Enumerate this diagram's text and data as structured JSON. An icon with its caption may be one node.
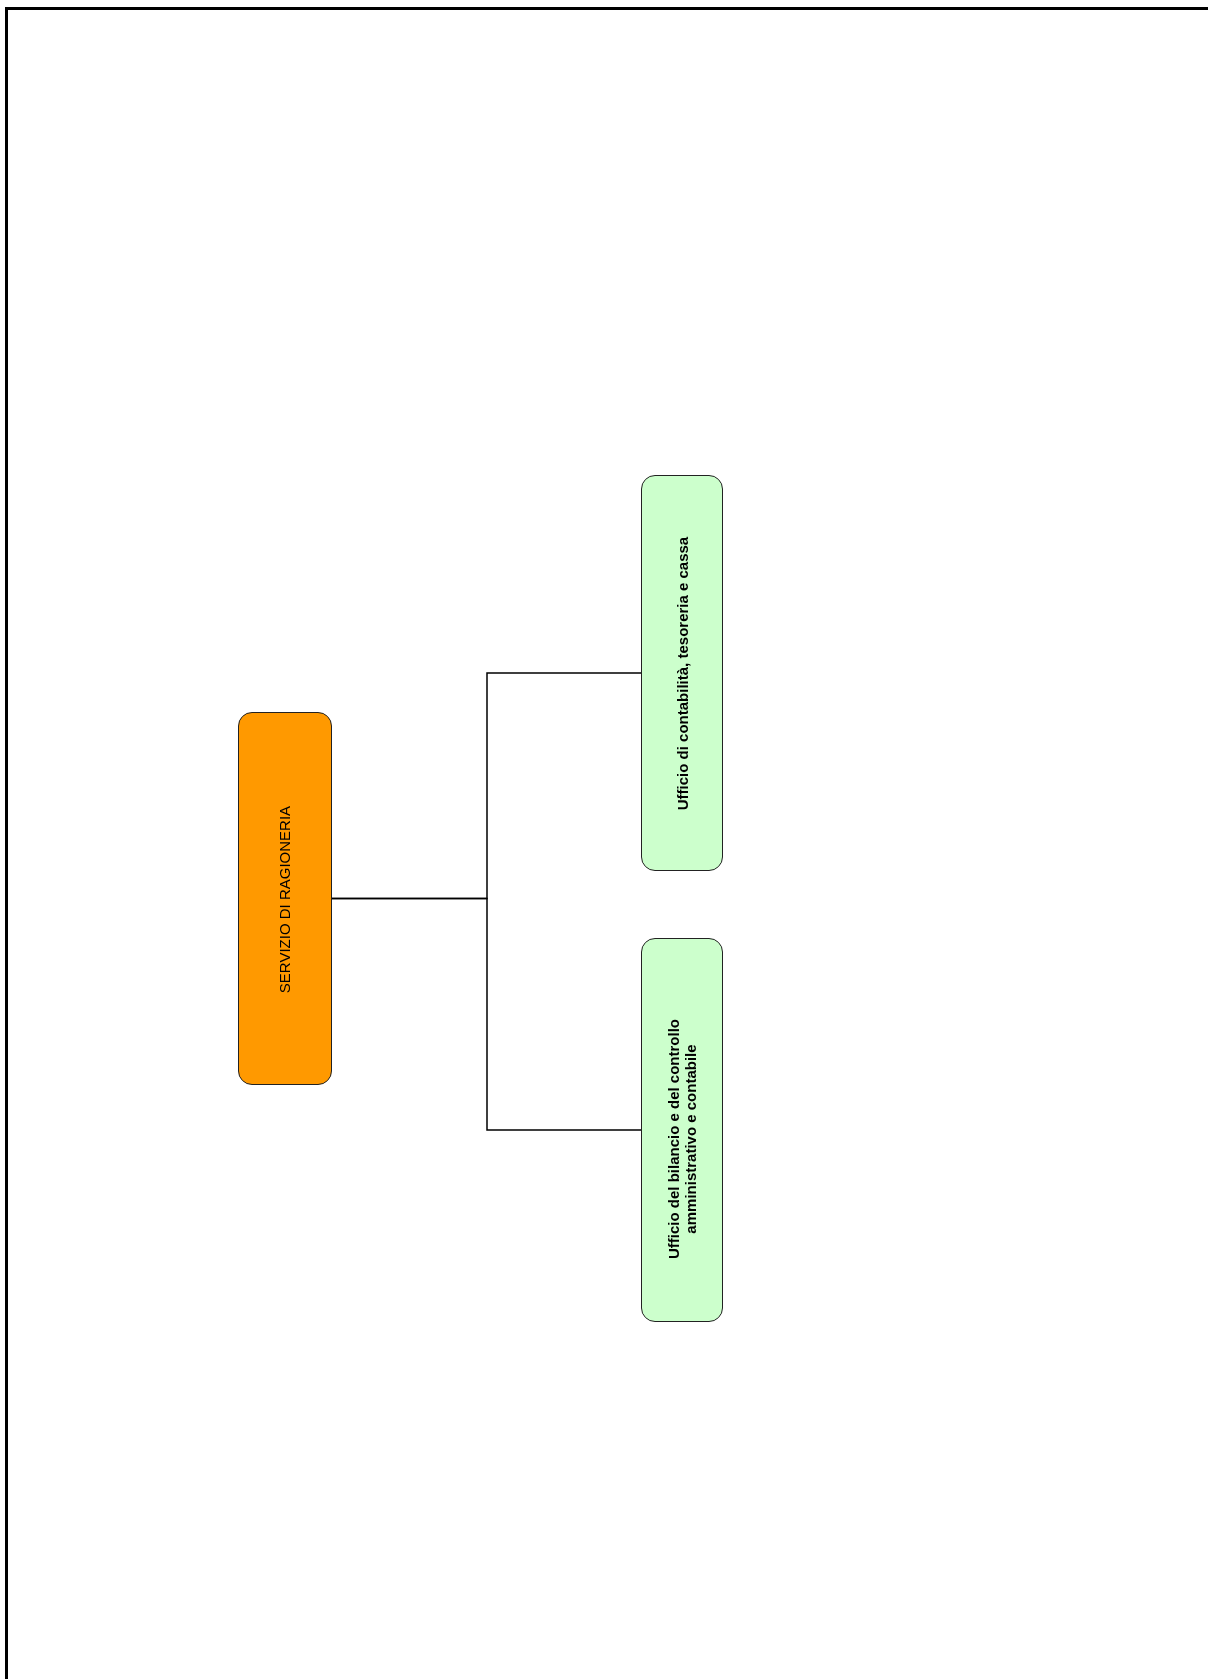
{
  "diagram": {
    "nodes": [
      {
        "text": [
          "SERVIZIO DI RAGIONERIA"
        ]
      },
      {
        "text": [
          "Ufficio di contabilità, tesoreria e cassa"
        ]
      },
      {
        "text": [
          "Ufficio del bilancio e del controllo amministrativo e contabile"
        ]
      }
    ],
    "edges": [
      {
        "from": 0,
        "to": 1,
        "arrow": "none"
      },
      {
        "from": 0,
        "to": 2,
        "arrow": "none"
      }
    ]
  }
}
